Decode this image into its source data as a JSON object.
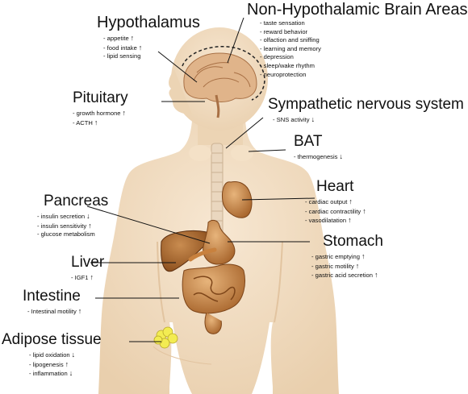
{
  "blocks": {
    "hypothalamus": {
      "title": "Hypothalamus",
      "items": [
        {
          "label": "appetite",
          "dir": "up"
        },
        {
          "label": "food intake",
          "dir": "up"
        },
        {
          "label": "lipid sensing",
          "dir": ""
        }
      ]
    },
    "non_hypo": {
      "title": "Non-Hypothalamic Brain Areas",
      "items": [
        {
          "label": "taste sensation",
          "dir": ""
        },
        {
          "label": "reward behavior",
          "dir": ""
        },
        {
          "label": "olfaction and sniffing",
          "dir": ""
        },
        {
          "label": "learning and memory",
          "dir": ""
        },
        {
          "label": "depression",
          "dir": ""
        },
        {
          "label": "sleep/wake rhythm",
          "dir": ""
        },
        {
          "label": "neuroprotection",
          "dir": ""
        }
      ]
    },
    "pituitary": {
      "title": "Pituitary",
      "items": [
        {
          "label": "growth hormone",
          "dir": "up"
        },
        {
          "label": "ACTH",
          "dir": "up"
        }
      ]
    },
    "sns": {
      "title": "Sympathetic nervous system",
      "items": [
        {
          "label": "SNS activity",
          "dir": "down"
        }
      ]
    },
    "bat": {
      "title": "BAT",
      "items": [
        {
          "label": "thermogenesis",
          "dir": "down"
        }
      ]
    },
    "heart": {
      "title": "Heart",
      "items": [
        {
          "label": "cardiac output",
          "dir": "up"
        },
        {
          "label": "cardiac contractility",
          "dir": "up"
        },
        {
          "label": "vasodilatation",
          "dir": "up"
        }
      ]
    },
    "pancreas": {
      "title": "Pancreas",
      "items": [
        {
          "label": "insulin secretion",
          "dir": "down"
        },
        {
          "label": "insulin sensitivity",
          "dir": "up"
        },
        {
          "label": "glucose metabolism",
          "dir": ""
        }
      ]
    },
    "stomach": {
      "title": "Stomach",
      "items": [
        {
          "label": "gastric emptying",
          "dir": "up"
        },
        {
          "label": "gastric motility",
          "dir": "up"
        },
        {
          "label": "gastric acid secretion",
          "dir": "up"
        }
      ]
    },
    "liver": {
      "title": "Liver",
      "items": [
        {
          "label": "IGF1",
          "dir": "up"
        }
      ]
    },
    "intestine": {
      "title": "Intestine",
      "items": [
        {
          "label": "Intestinal motility",
          "dir": "up"
        }
      ]
    },
    "adipose": {
      "title": "Adipose tissue",
      "items": [
        {
          "label": "lipid oxidation",
          "dir": "down"
        },
        {
          "label": "lipogenesis",
          "dir": "up"
        },
        {
          "label": "inflammation",
          "dir": "down"
        }
      ]
    }
  },
  "arrow_glyphs": {
    "up": "🡑",
    "down": "🡓"
  },
  "colors": {
    "skin": "#f1dcc1",
    "skin_shadow": "#e2c4a0",
    "organ": "#c98a4a",
    "heart": "#c9813f",
    "fat": "#f3ec52",
    "line": "#111111"
  }
}
